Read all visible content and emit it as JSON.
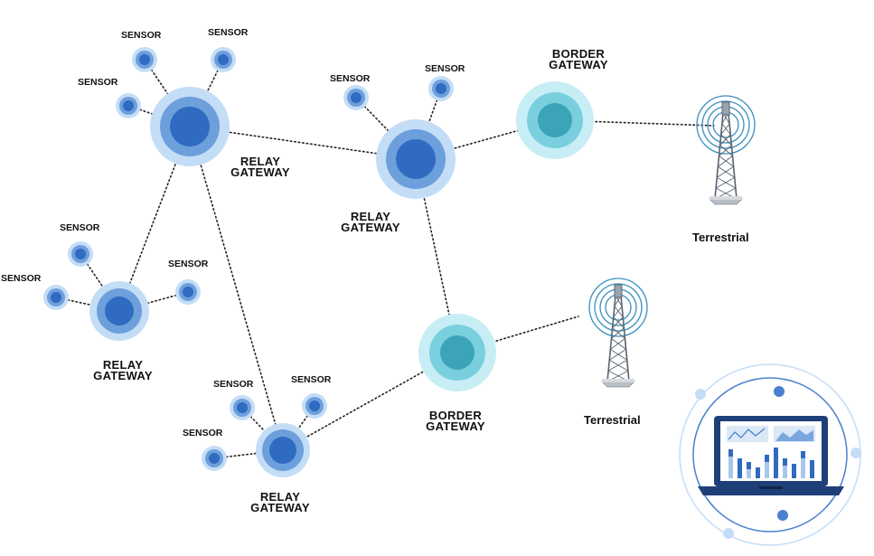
{
  "labels": {
    "sensor": "SENSOR",
    "relay_line1": "RELAY",
    "relay_line2": "GATEWAY",
    "border_line1": "BORDER",
    "border_line2": "GATEWAY",
    "terrestrial": "Terrestrial"
  },
  "colors": {
    "relay_outer": "#c4ddf6",
    "relay_mid": "#6d9fdc",
    "relay_core": "#2f6bc0",
    "border_outer": "#c8eef5",
    "border_mid": "#79cfdd",
    "border_core": "#3ba4b9",
    "tower": "#5b6470",
    "tower_waves": "#3a8fc0",
    "link": "#222222"
  },
  "icons": [
    "relay-gateway-node",
    "border-gateway-node",
    "sensor-node",
    "radio-tower-icon",
    "laptop-dashboard-icon"
  ]
}
